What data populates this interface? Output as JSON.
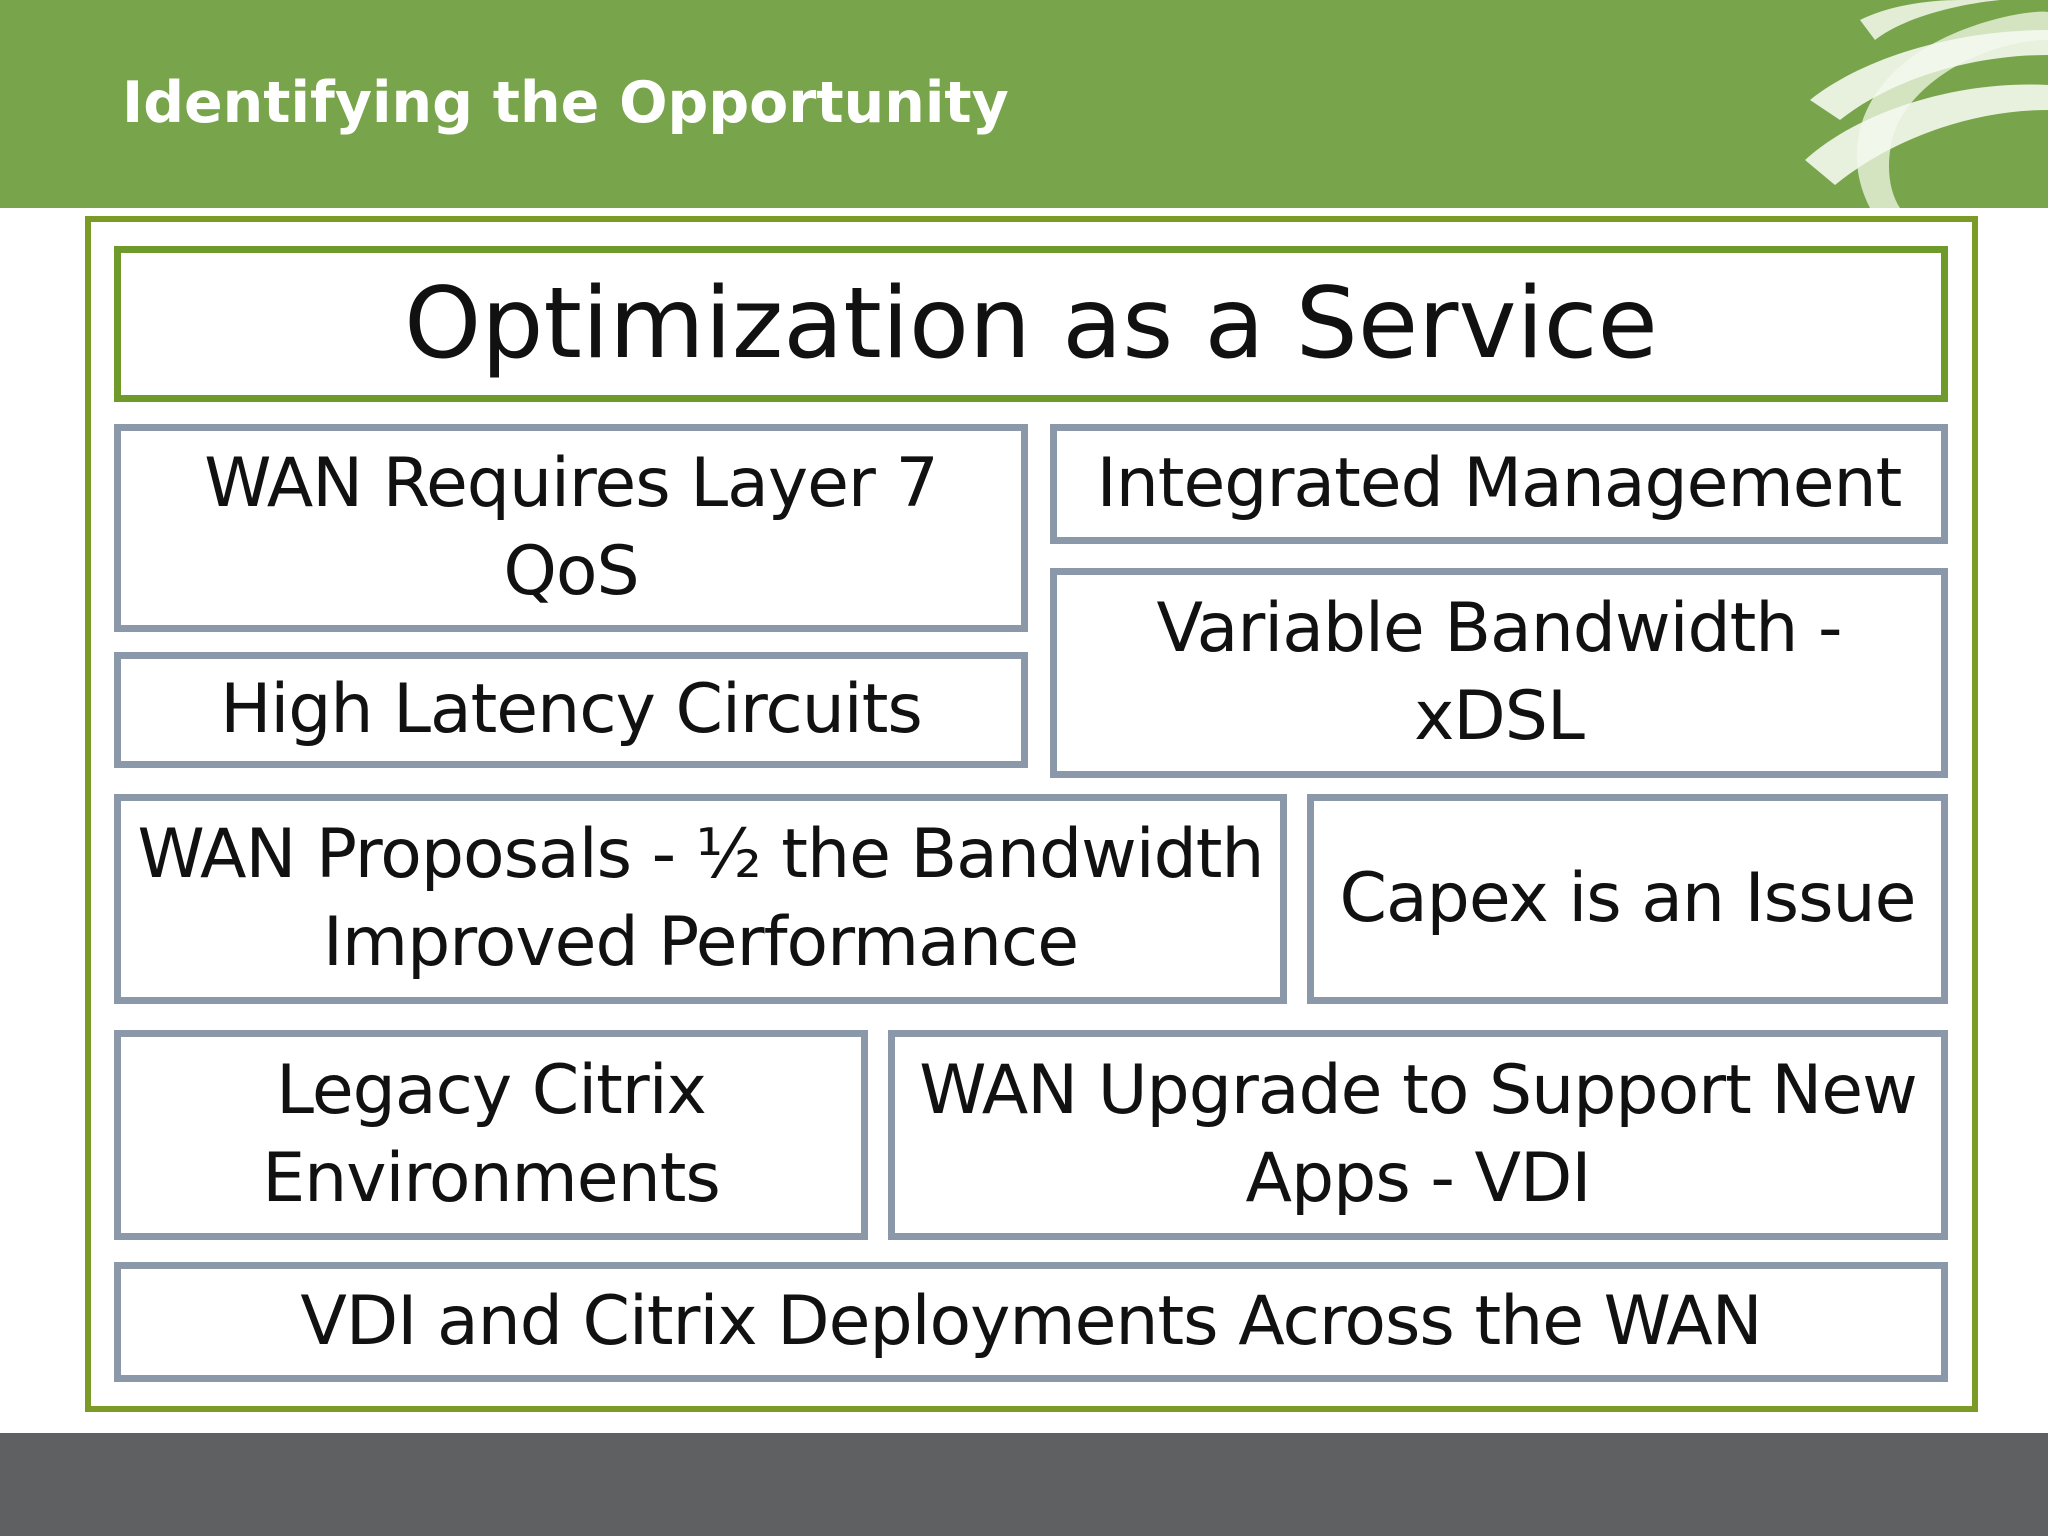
{
  "slide": {
    "title": "Identifying the Opportunity"
  },
  "colors": {
    "header": "#78a54b",
    "frame_border": "#7b9a26",
    "main_box_border": "#6e9a2c",
    "box_border": "#8a98aa",
    "footer": "#5f6062"
  },
  "logo": {
    "icon": "globe-swoosh-icon"
  },
  "diagram": {
    "main": "Optimization as a Service",
    "items": [
      "WAN Requires Layer 7 QoS",
      "Integrated Management",
      "High Latency Circuits",
      "Variable Bandwidth - xDSL",
      "WAN Proposals - ½ the Bandwidth Improved Performance",
      "Capex is an Issue",
      "Legacy Citrix Environments",
      "WAN Upgrade to Support New Apps - VDI",
      "VDI and Citrix Deployments Across the WAN"
    ]
  }
}
